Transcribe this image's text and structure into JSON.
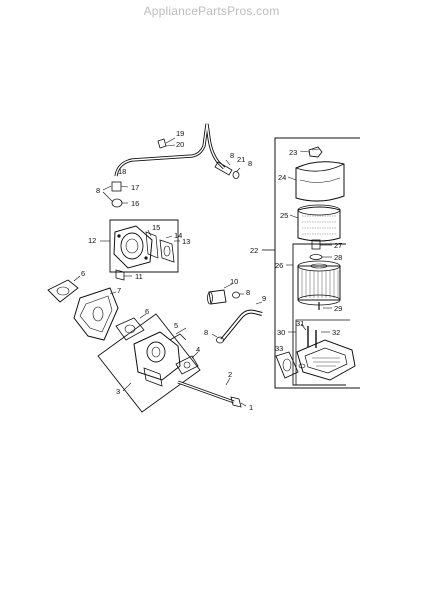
{
  "watermark": "AppliancePartsPros.com",
  "callouts": {
    "c1": "1",
    "c2": "2",
    "c3": "3",
    "c4": "4",
    "c5": "5",
    "c6a": "6",
    "c6b": "6",
    "c7": "7",
    "c8a": "8",
    "c8b": "8",
    "c8c": "8",
    "c8d": "8",
    "c8e": "8",
    "c9": "9",
    "c10": "10",
    "c11": "11",
    "c12": "12",
    "c13": "13",
    "c14": "14",
    "c15": "15",
    "c16": "16",
    "c17": "17",
    "c18": "18",
    "c19": "19",
    "c20": "20",
    "c21": "21",
    "c22": "22",
    "c23": "23",
    "c24": "24",
    "c25": "25",
    "c26": "26",
    "c27": "27",
    "c28": "28",
    "c29": "29",
    "c30": "30",
    "c31": "31",
    "c32": "32",
    "c33": "33"
  }
}
